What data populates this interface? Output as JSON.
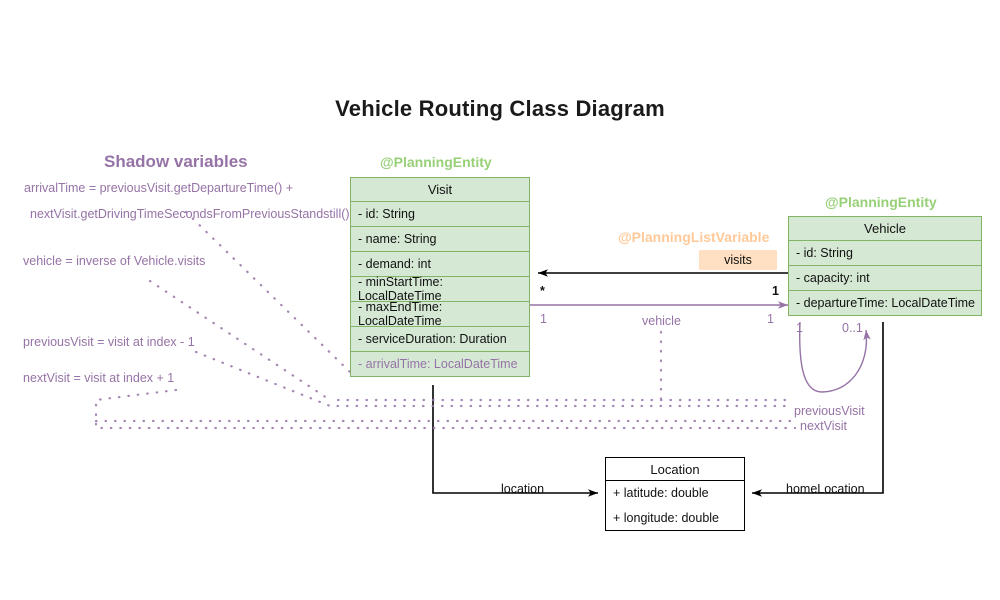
{
  "diagram": {
    "title": "Vehicle Routing Class Diagram",
    "type": "uml-class-diagram"
  },
  "shadow_panel": {
    "heading": "Shadow variables",
    "lines": [
      "arrivalTime = previousVisit.getDepartureTime() +",
      "nextVisit.getDrivingTimeSecondsFromPreviousStandstill()",
      "vehicle = inverse of Vehicle.visits",
      "previousVisit = visit at index - 1",
      "nextVisit = visit at index + 1"
    ]
  },
  "classes": {
    "visit": {
      "stereotype": "@PlanningEntity",
      "name": "Visit",
      "attributes": [
        "- id: String",
        "- name: String",
        "- demand: int",
        "- minStartTime: LocalDateTime",
        "- maxEndTime: LocalDateTime",
        "- serviceDuration: Duration",
        "- arrivalTime: LocalDateTime"
      ],
      "shadow_attribute_index": 6
    },
    "vehicle": {
      "stereotype": "@PlanningEntity",
      "name": "Vehicle",
      "attributes": [
        "- id: String",
        "- capacity: int",
        "- departureTime: LocalDateTime"
      ]
    },
    "location": {
      "name": "Location",
      "attributes": [
        "+ latitude: double",
        "+ longitude: double"
      ]
    }
  },
  "annotations": {
    "planning_list_variable": "@PlanningListVariable",
    "visits_badge": "visits"
  },
  "relations": {
    "visits": {
      "label": "visits",
      "source_multiplicity": "*",
      "target_multiplicity": "1"
    },
    "vehicle": {
      "label": "vehicle",
      "source_multiplicity": "1",
      "target_multiplicity": "1"
    },
    "previous_visit": {
      "label": "previousVisit",
      "source_multiplicity": "1",
      "target_multiplicity": "0..1"
    },
    "next_visit": {
      "label": "nextVisit"
    },
    "location": {
      "label": "location"
    },
    "home_location": {
      "label": "homeLocation"
    }
  },
  "colors": {
    "entity_fill": "#d5e8d4",
    "entity_stroke": "#82b366",
    "stereotype_green": "#97d077",
    "stereotype_orange": "#ffc999",
    "badge_fill": "#ffe0c2",
    "shadow_purple": "#9673a6",
    "line_black": "#000000"
  }
}
